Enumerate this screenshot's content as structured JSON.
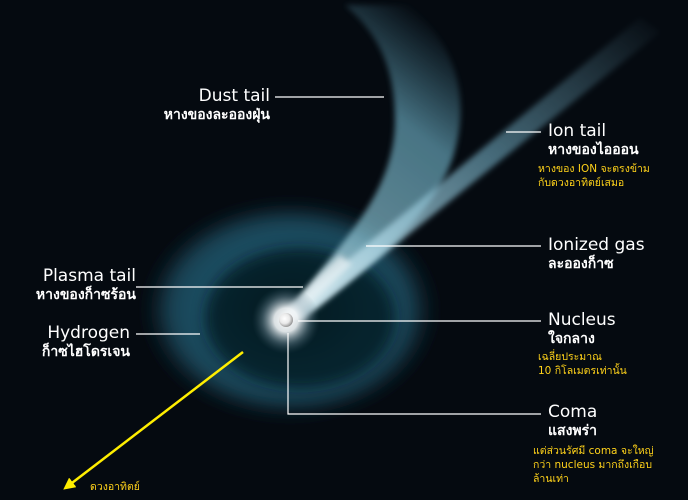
{
  "labels": {
    "dust_tail": {
      "en": "Dust tail",
      "th": "หางของละอองฝุ่น"
    },
    "ion_tail": {
      "en": "Ion tail",
      "th": "หางของไอออน",
      "note": [
        "หางของ ION จะตรงข้าม",
        "กับดวงอาทิตย์เสมอ"
      ]
    },
    "ionized_gas": {
      "en": "Ionized gas",
      "th": "ละอองก็าซ"
    },
    "plasma_tail": {
      "en": "Plasma tail",
      "th": "หางของก็าซร้อน"
    },
    "hydrogen": {
      "en": "Hydrogen",
      "th": "ก็าซไฮโดรเจน"
    },
    "nucleus": {
      "en": "Nucleus",
      "th": "ใจกลาง",
      "note": [
        "เฉลี่ยประมาณ",
        "10 กิโลเมตรเท่านั้น"
      ]
    },
    "coma": {
      "en": "Coma",
      "th": "แสงพร่า",
      "note": [
        "แต่ส่วนรัศมี coma จะใหญ่",
        "กว่า nucleus มากถึงเกือบ",
        "ล้านเท่า"
      ]
    }
  },
  "sun_direction": "ดวงอาทิตย์",
  "colors": {
    "background": "#050a10",
    "label_text": "#ffffff",
    "note_text": "#ffd21a",
    "arrow": "#ffee00",
    "dust_tail": "#6fb2c8",
    "hydrogen_cloud": "#2a6f8a"
  }
}
